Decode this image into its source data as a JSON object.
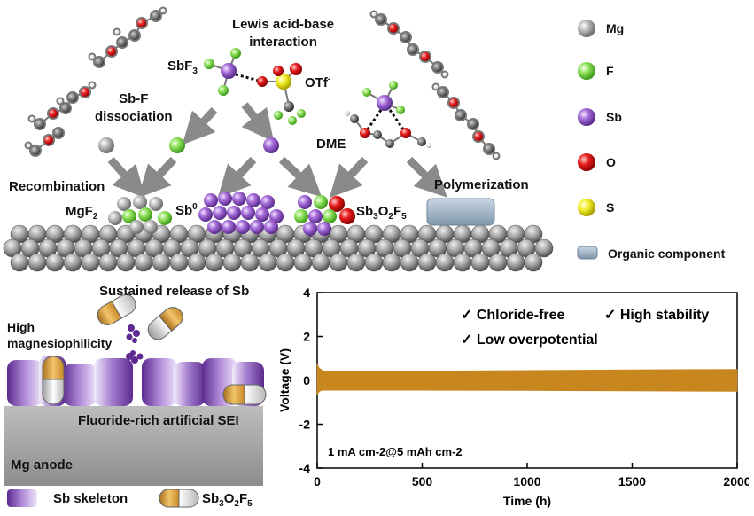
{
  "mechanism": {
    "lewis_interaction": "Lewis acid-base\ninteraction",
    "sbf3": "SbF3",
    "otf": "OTf-",
    "sb_f_dissociation": "Sb-F\ndissociation",
    "dme": "DME",
    "recombination": "Recombination",
    "polymerization": "Polymerization",
    "mgf2": "MgF2",
    "sb0": "Sb0",
    "sb3o2f5": "Sb3O2F5"
  },
  "legend": {
    "items": [
      {
        "label": "Mg",
        "color": "#a8a8a8"
      },
      {
        "label": "F",
        "color": "#8ee05a"
      },
      {
        "label": "Sb",
        "color": "#a46ad8"
      },
      {
        "label": "O",
        "color": "#e81c1c"
      },
      {
        "label": "S",
        "color": "#f2ee2a"
      },
      {
        "label": "Organic component",
        "color": "#9fb3c8"
      }
    ]
  },
  "schematic": {
    "sustained_release": "Sustained release of Sb",
    "high_magnesiophilicity": "High\nmagnesiophilicity",
    "sei": "Fluoride-rich artificial SEI",
    "anode": "Mg anode",
    "legend_skeleton": "Sb skeleton",
    "legend_sb3o2f5": "Sb3O2F5"
  },
  "chart_data": {
    "type": "line",
    "xlabel": "Time (h)",
    "ylabel": "Voltage (V)",
    "xlim": [
      0,
      2000
    ],
    "ylim": [
      -4,
      4
    ],
    "xticks": [
      0,
      500,
      1000,
      1500,
      2000
    ],
    "yticks": [
      -4,
      -2,
      0,
      2,
      4
    ],
    "condition": "1 mA cm-2@5 mAh cm-2",
    "annotations": [
      "✓ Chloride-free",
      "✓ High stability",
      "✓ Low overpotential"
    ],
    "series": [
      {
        "x": [
          0,
          10,
          25,
          50,
          100,
          200,
          500,
          1000,
          1500,
          2000
        ],
        "upper": [
          0.75,
          0.55,
          0.45,
          0.4,
          0.4,
          0.4,
          0.42,
          0.45,
          0.48,
          0.5
        ],
        "lower": [
          -0.65,
          -0.5,
          -0.45,
          -0.45,
          -0.45,
          -0.45,
          -0.45,
          -0.46,
          -0.48,
          -0.5
        ],
        "color": "#c8861e"
      }
    ]
  }
}
